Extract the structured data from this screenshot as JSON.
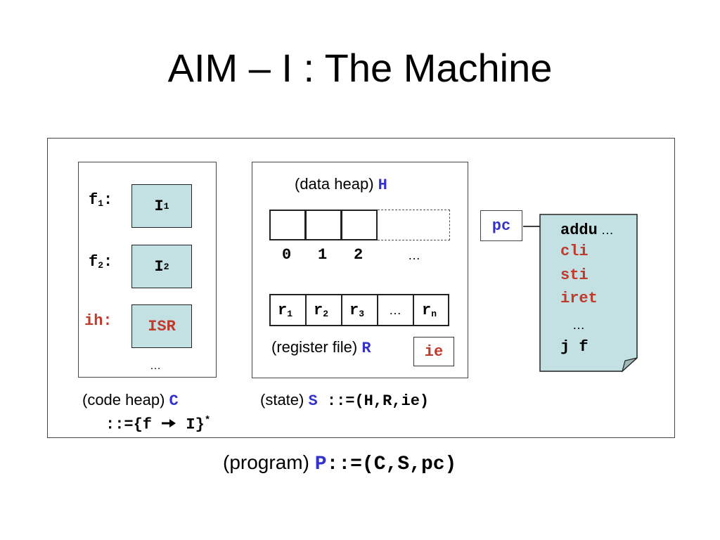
{
  "title": "AIM – I : The Machine",
  "code_heap": {
    "entries": [
      {
        "label": "f",
        "label_sub": "1",
        "colon": ":",
        "body": "I",
        "body_sub": "1"
      },
      {
        "label": "f",
        "label_sub": "2",
        "colon": ":",
        "body": "I",
        "body_sub": "2"
      },
      {
        "label": "ih:",
        "body": "ISR"
      }
    ],
    "ellipsis": "…",
    "caption_text": "(code heap) ",
    "caption_var": "C",
    "caption_def_a": "::={f ",
    "caption_def_b": " I}",
    "caption_def_star": "*"
  },
  "state": {
    "heap_caption_text": "(data heap) ",
    "heap_caption_var": "H",
    "heap_indices": [
      "0",
      "1",
      "2",
      "…"
    ],
    "registers": [
      {
        "name": "r",
        "sub": "1"
      },
      {
        "name": "r",
        "sub": "2"
      },
      {
        "name": "r",
        "sub": "3"
      },
      {
        "name": "…",
        "sub": ""
      },
      {
        "name": "r",
        "sub": "n"
      }
    ],
    "regfile_caption_text": "(register file) ",
    "regfile_caption_var": "R",
    "ie_label": "ie",
    "caption_text": "(state) ",
    "caption_var": "S",
    "caption_def": " ::=(H,R,ie)"
  },
  "pc": {
    "label": "pc",
    "code": [
      {
        "op": "addu",
        "rest": " …"
      },
      {
        "op": "cli",
        "rest": ""
      },
      {
        "op": "sti",
        "rest": ""
      },
      {
        "op": "iret",
        "rest": ""
      },
      {
        "op": "…",
        "rest": ""
      },
      {
        "op": "j f",
        "rest": ""
      }
    ]
  },
  "program": {
    "caption_text": "(program) ",
    "caption_var": "P",
    "caption_def": "::=(C,S,pc)"
  },
  "colors": {
    "accent_blue": "#3333cc",
    "accent_red": "#c0392b",
    "note_fill": "#c3e0e2"
  }
}
